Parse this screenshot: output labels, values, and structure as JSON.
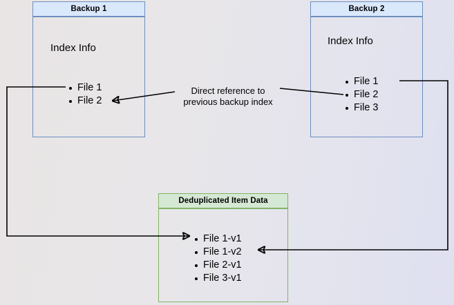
{
  "diagram": {
    "title_hidden": "",
    "colors": {
      "blue_border": "#6c8ebf",
      "blue_fill": "#dae8fc",
      "green_border": "#82b366",
      "green_fill": "#d5e8d4",
      "line": "#000000",
      "background_left": "#e9e5e5",
      "background_right": "#dfe0f0"
    },
    "boxes": [
      {
        "id": "backup1",
        "header": "Backup 1",
        "body_label": "Index Info",
        "items": [
          "File 1",
          "File 2"
        ]
      },
      {
        "id": "backup2",
        "header": "Backup 2",
        "body_label": "Index Info",
        "items": [
          "File 1",
          "File 2",
          "File 3"
        ]
      },
      {
        "id": "dedup",
        "header": "Deduplicated Item Data",
        "body_label": "",
        "items": [
          "File 1-v1",
          "File 1-v2",
          "File 2-v1",
          "File 3-v1"
        ]
      }
    ],
    "annotation": {
      "line1": "Direct reference to",
      "line2": "previous backup index"
    }
  }
}
